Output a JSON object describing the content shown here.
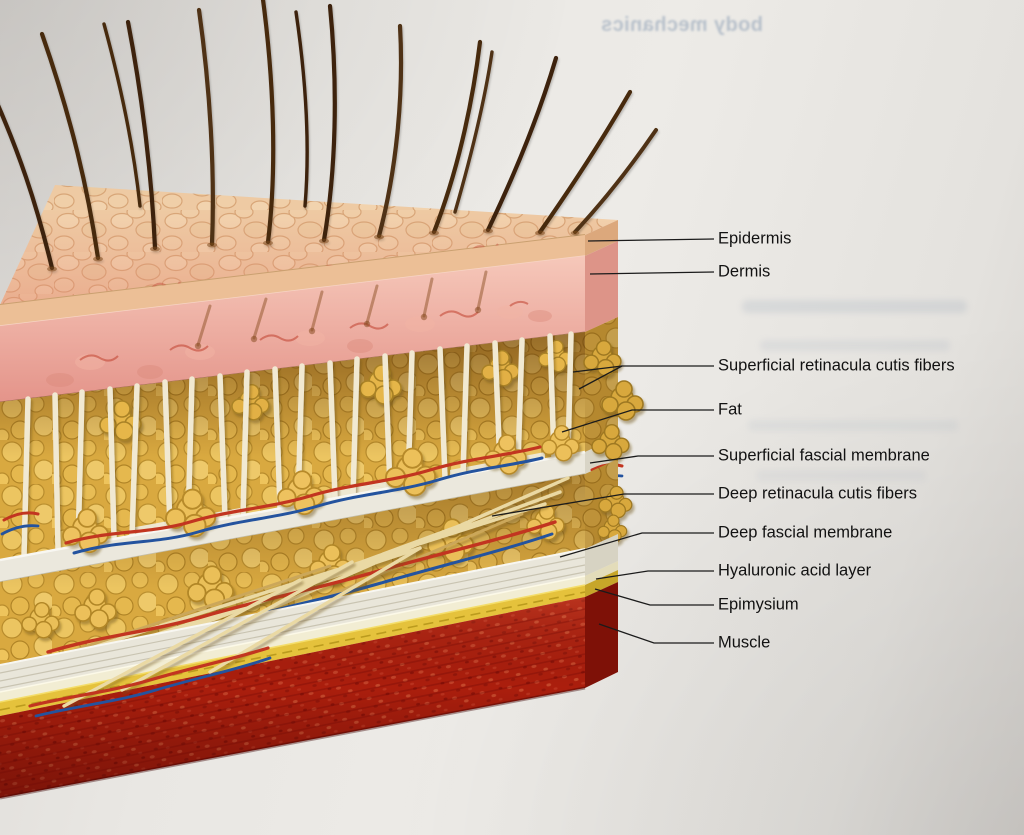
{
  "page": {
    "bleedthrough_text": "body mechanics"
  },
  "figure": {
    "labels": [
      {
        "text": "Epidermis"
      },
      {
        "text": "Dermis"
      },
      {
        "text": "Superficial retinacula cutis fibers"
      },
      {
        "text": "Fat"
      },
      {
        "text": "Superficial fascial membrane"
      },
      {
        "text": "Deep retinacula cutis fibers"
      },
      {
        "text": "Deep fascial membrane"
      },
      {
        "text": "Hyaluronic acid layer"
      },
      {
        "text": "Epimysium"
      },
      {
        "text": "Muscle"
      }
    ],
    "colors": {
      "epidermis": "#eecaa3",
      "dermis": "#eda99b",
      "fat": "#e5b84e",
      "fascial_membrane": "#ebe8dd",
      "hyaluronic_layer": "#f2edd3",
      "epimysium": "#e5c23c",
      "muscle": "#ab1e0d",
      "hair": "#46290e",
      "vessel_red": "#c23520",
      "vessel_blue": "#24539e",
      "leader_line": "#1b1b1b"
    }
  }
}
